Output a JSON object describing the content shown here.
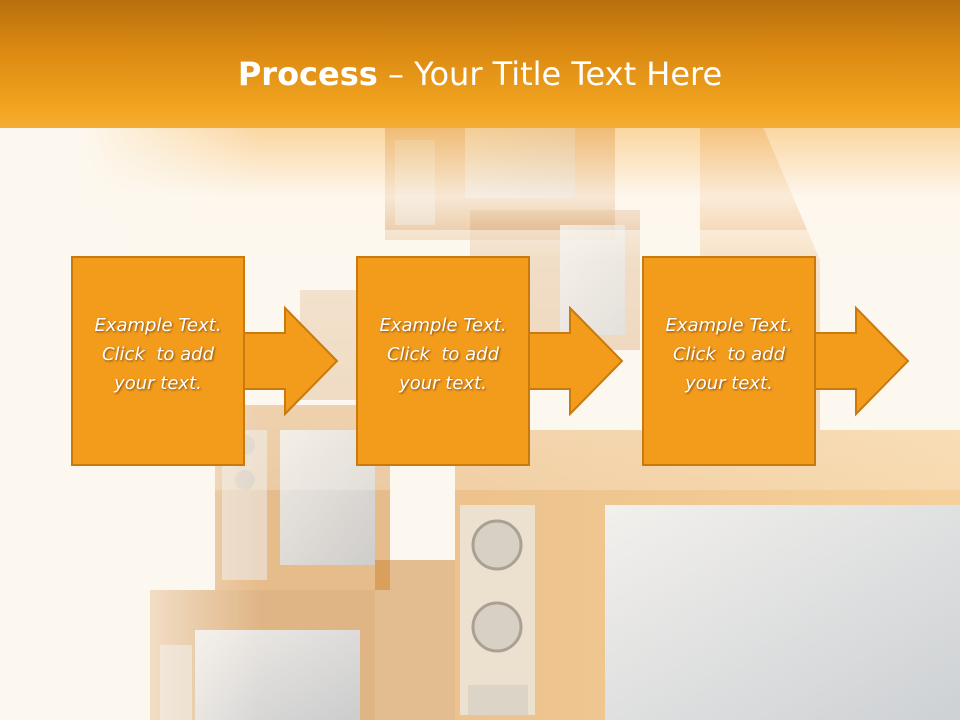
{
  "slide": {
    "title_bold": "Process",
    "title_rest": " – Your Title Text Here"
  },
  "steps": [
    {
      "lines": [
        "Example Text.",
        "Click  to add",
        "your text."
      ]
    },
    {
      "lines": [
        "Example Text.",
        "Click  to add",
        "your text."
      ]
    },
    {
      "lines": [
        "Example Text.",
        "Click  to add",
        "your text."
      ]
    }
  ],
  "colors": {
    "title_bar": "#e3911a",
    "box_fill": "#f39c1c",
    "box_border": "#c97a0e",
    "background": "#fdf8ef"
  }
}
